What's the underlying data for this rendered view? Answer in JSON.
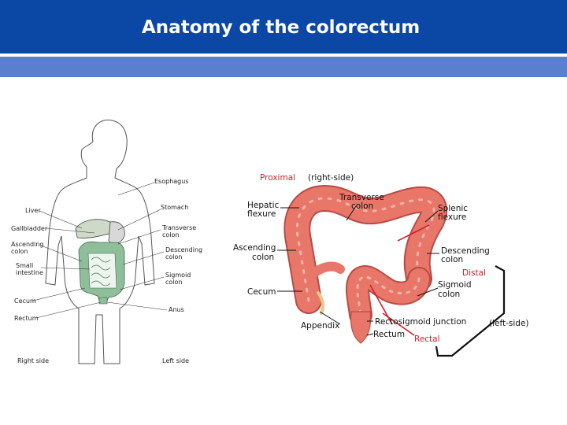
{
  "header": {
    "title": "Anatomy of the colorectum"
  },
  "body_figure": {
    "labels": {
      "esophagus": "Esophagus",
      "liver": "Liver",
      "stomach": "Stomach",
      "gallbladder": "Gallbladder",
      "transverse_colon_1": "Transverse",
      "transverse_colon_2": "colon",
      "ascending_colon_1": "Ascending",
      "ascending_colon_2": "colon",
      "descending_colon_1": "Descending",
      "descending_colon_2": "colon",
      "small_intestine_1": "Small",
      "small_intestine_2": "intestine",
      "sigmoid_colon_1": "Sigmoid",
      "sigmoid_colon_2": "colon",
      "cecum": "Cecum",
      "anus": "Anus",
      "rectum": "Rectum",
      "right_side": "Right side",
      "left_side": "Left side"
    }
  },
  "colon_figure": {
    "proximal": "Proximal",
    "right_side": "(right-side)",
    "distal": "Distal",
    "left_side": "(left-side)",
    "rectal": "Rectal",
    "labels": {
      "hepatic_1": "Hepatic",
      "hepatic_2": "flexure",
      "transverse_1": "Transverse",
      "transverse_2": "colon",
      "splenic_1": "Splenic",
      "splenic_2": "flexure",
      "ascending_1": "Ascending",
      "ascending_2": "colon",
      "descending_1": "Descending",
      "descending_2": "colon",
      "cecum": "Cecum",
      "sigmoid_1": "Sigmoid",
      "sigmoid_2": "colon",
      "appendix": "Appendix",
      "rectosigmoid": "Rectosigmoid junction",
      "rectum": "Rectum"
    }
  },
  "colors": {
    "header": "#0b47a5",
    "accent": "#5b7fcf",
    "highlight_red": "#d11e2a",
    "colon": "#e8776a",
    "intestine_green": "#8fbf9a"
  }
}
